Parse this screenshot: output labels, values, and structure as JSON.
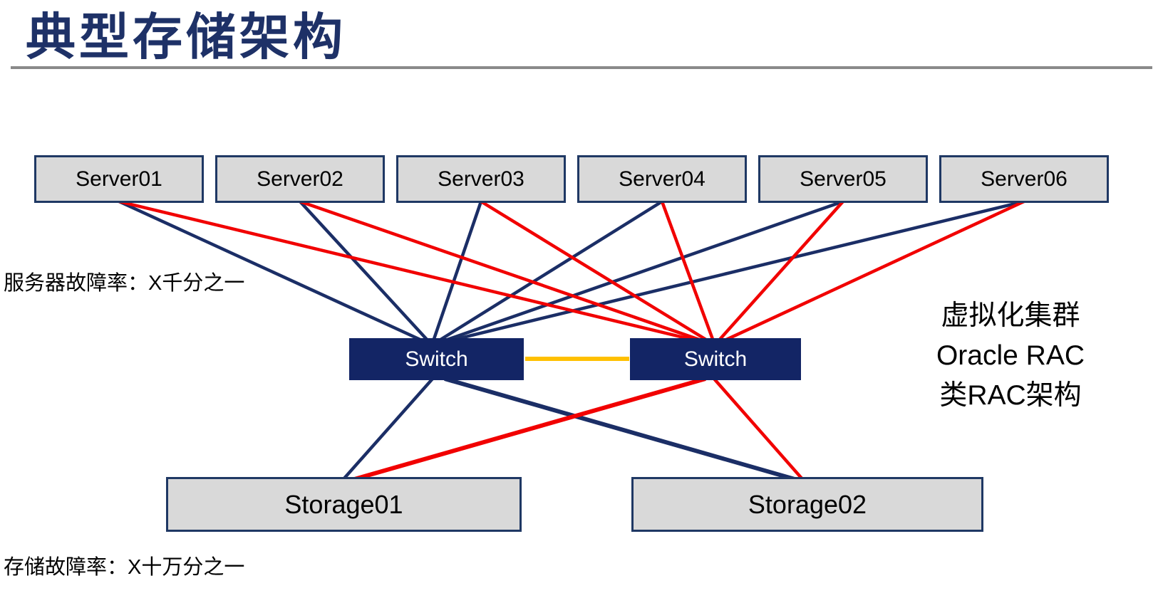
{
  "slide": {
    "title": "典型存储架构"
  },
  "nodes": {
    "servers": [
      "Server01",
      "Server02",
      "Server03",
      "Server04",
      "Server05",
      "Server06"
    ],
    "switches": [
      "Switch",
      "Switch"
    ],
    "storages": [
      "Storage01",
      "Storage02"
    ]
  },
  "annotations": {
    "server_fault_rate": "服务器故障率：X千分之一",
    "storage_fault_rate": "存储故障率：X十万分之一",
    "cluster_note": [
      "虚拟化集群",
      "Oracle RAC",
      "类RAC架构"
    ]
  },
  "colors": {
    "title_navy": "#1E3167",
    "navy_line": "#1B2E66",
    "red_line": "#F10000",
    "switch_link_orange": "#FFC000",
    "node_fill_gray": "#D9D9D9",
    "node_border_navy": "#1F3864",
    "switch_fill_navy": "#132565",
    "divider_gray": "#8A8A8A"
  },
  "diagram": {
    "type": "network-topology",
    "connections": [
      {
        "from": "Server01",
        "to": "Switch-A",
        "color": "navy"
      },
      {
        "from": "Server02",
        "to": "Switch-A",
        "color": "navy"
      },
      {
        "from": "Server03",
        "to": "Switch-A",
        "color": "navy"
      },
      {
        "from": "Server04",
        "to": "Switch-A",
        "color": "navy"
      },
      {
        "from": "Server05",
        "to": "Switch-A",
        "color": "navy"
      },
      {
        "from": "Server06",
        "to": "Switch-A",
        "color": "navy"
      },
      {
        "from": "Server01",
        "to": "Switch-B",
        "color": "red"
      },
      {
        "from": "Server02",
        "to": "Switch-B",
        "color": "red"
      },
      {
        "from": "Server03",
        "to": "Switch-B",
        "color": "red"
      },
      {
        "from": "Server04",
        "to": "Switch-B",
        "color": "red"
      },
      {
        "from": "Server05",
        "to": "Switch-B",
        "color": "red"
      },
      {
        "from": "Server06",
        "to": "Switch-B",
        "color": "red"
      },
      {
        "from": "Switch-A",
        "to": "Switch-B",
        "color": "orange"
      },
      {
        "from": "Switch-A",
        "to": "Storage01",
        "color": "navy"
      },
      {
        "from": "Switch-A",
        "to": "Storage02",
        "color": "navy"
      },
      {
        "from": "Switch-B",
        "to": "Storage01",
        "color": "red"
      },
      {
        "from": "Switch-B",
        "to": "Storage02",
        "color": "red"
      }
    ]
  }
}
